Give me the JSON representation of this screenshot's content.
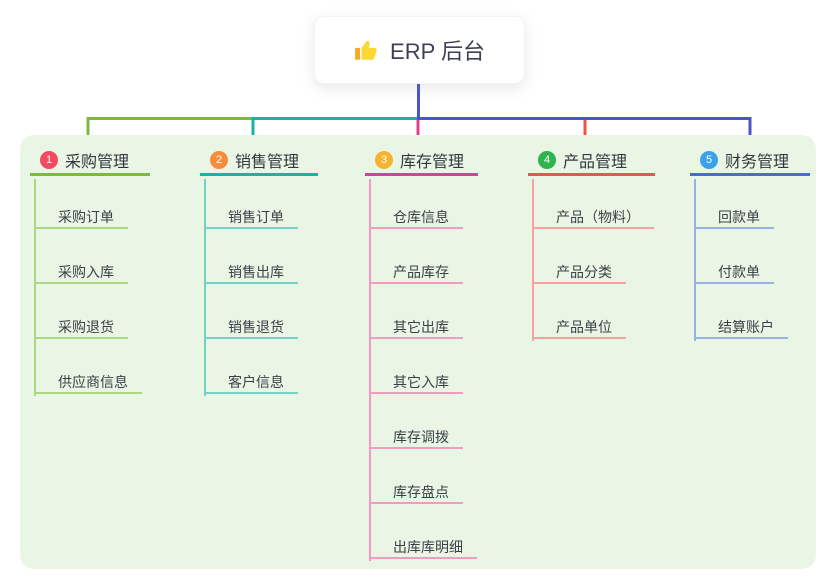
{
  "root": {
    "label": "ERP 后台",
    "icon": "thumbs-up-icon"
  },
  "branches": [
    {
      "index": "1",
      "label": "采购管理",
      "badge_color": "#F34A5F",
      "line_color": "#7CB93E",
      "child_line_color": "#ABD77F",
      "children": [
        "采购订单",
        "采购入库",
        "采购退货",
        "供应商信息"
      ]
    },
    {
      "index": "2",
      "label": "销售管理",
      "badge_color": "#F68B3C",
      "line_color": "#14B5A5",
      "child_line_color": "#77D1C6",
      "children": [
        "销售订单",
        "销售出库",
        "销售退货",
        "客户信息"
      ]
    },
    {
      "index": "3",
      "label": "库存管理",
      "badge_color": "#F6B331",
      "line_color": "#E03C96",
      "child_line_color": "#F29ABF",
      "children": [
        "仓库信息",
        "产品库存",
        "其它出库",
        "其它入库",
        "库存调拨",
        "库存盘点",
        "出库库明细"
      ]
    },
    {
      "index": "4",
      "label": "产品管理",
      "badge_color": "#2EB34E",
      "line_color": "#F4504F",
      "child_line_color": "#F7A2A0",
      "children": [
        "产品（物料）",
        "产品分类",
        "产品单位"
      ]
    },
    {
      "index": "5",
      "label": "财务管理",
      "badge_color": "#3BA2EA",
      "line_color": "#4A6BD5",
      "child_line_color": "#9AB1E4",
      "children": [
        "回款单",
        "付款单",
        "结算账户"
      ]
    }
  ],
  "colors": {
    "root_line": "#4956C6",
    "panel_bg": "#EAF6E5",
    "thumb_yellow": "#FDD835",
    "thumb_dark": "#F9A825"
  }
}
